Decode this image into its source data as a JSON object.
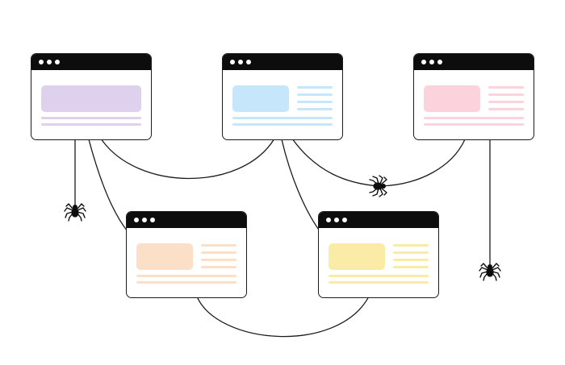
{
  "diagram": {
    "windows": [
      {
        "id": "w1",
        "layout": "wide",
        "color": "#ddd1ee"
      },
      {
        "id": "w2",
        "layout": "split",
        "color": "#c6e7fb"
      },
      {
        "id": "w3",
        "layout": "split",
        "color": "#fbd3dc"
      },
      {
        "id": "w4",
        "layout": "split",
        "color": "#fbdfc6"
      },
      {
        "id": "w5",
        "layout": "split",
        "color": "#faeca6"
      }
    ],
    "threads": [
      {
        "from": "w1",
        "to": "w2"
      },
      {
        "from": "w1",
        "to": "w4"
      },
      {
        "from": "w2",
        "to": "w3"
      },
      {
        "from": "w2",
        "to": "w5"
      },
      {
        "from": "w4",
        "to": "w5"
      }
    ],
    "spiders": [
      {
        "hangs_from": "w1"
      },
      {
        "on_thread": "w2-w3"
      },
      {
        "hangs_from": "w3"
      }
    ],
    "colors": {
      "outline": "#1b1b1b",
      "titlebar": "#0d0d0d",
      "background": "#ffffff"
    }
  }
}
